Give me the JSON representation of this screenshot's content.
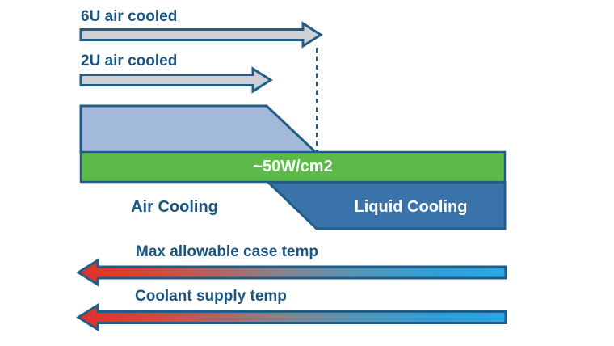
{
  "diagram": {
    "subject": "air-vs-liquid-cooling-transition"
  },
  "labels": {
    "six_u_arrow": "6U air cooled",
    "two_u_arrow": "2U air cooled",
    "power_density": "~50W/cm2",
    "air_cooling": "Air Cooling",
    "liquid_cooling": "Liquid Cooling",
    "max_case_temp": "Max allowable case temp",
    "coolant_supply_temp": "Coolant supply temp"
  },
  "colors": {
    "outline": "#215e87",
    "text_blue": "#1a5480",
    "white_text": "#ffffff",
    "gray_arrow_fill": "#cdd1d5",
    "air_region_fill": "#a3b9dc",
    "power_band_fill": "#5cbb48",
    "liquid_region_fill": "#3973a9",
    "temp_gradient": [
      "#e23027",
      "#d4493a",
      "#8f7f85",
      "#5596b8",
      "#2f9fd8",
      "#2aa9e4"
    ]
  }
}
